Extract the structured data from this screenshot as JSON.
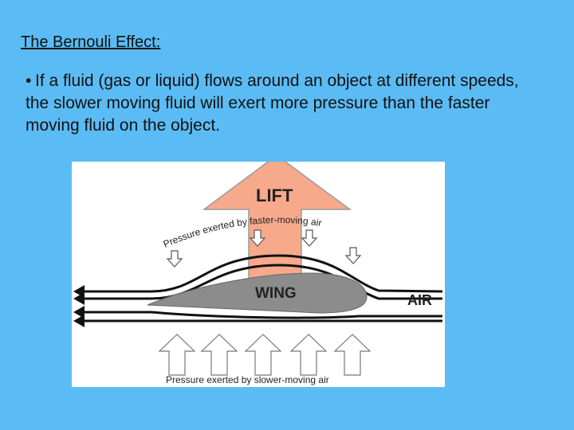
{
  "slide": {
    "title": "The Bernouli Effect:",
    "bullet_marker": "•",
    "bullet_text": "If a fluid (gas or liquid) flows around an object at different speeds, the slower moving fluid will exert more pressure than the faster moving fluid on the object."
  },
  "diagram": {
    "lift_label": "LIFT",
    "wing_label": "WING",
    "air_label": "AIR",
    "top_pressure_text": "Pressure exerted by faster-moving air",
    "bottom_pressure_text": "Pressure exerted by slower-moving air",
    "colors": {
      "lift_arrow": "#f7a98b",
      "wing": "#8c8c8c",
      "flow_lines": "#111111"
    }
  }
}
